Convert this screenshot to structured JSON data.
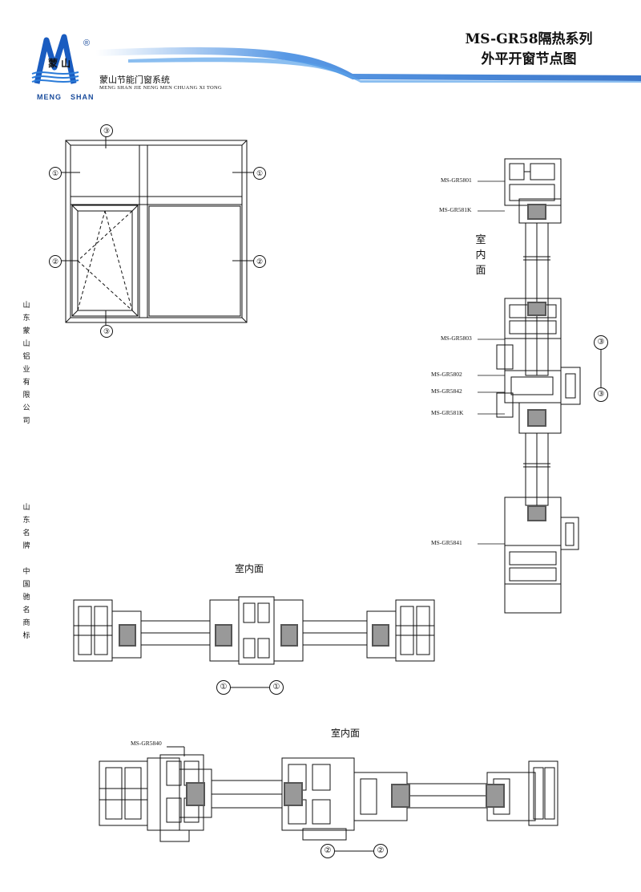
{
  "header": {
    "brand_logo_cn": "蒙 山",
    "brand_en_left": "MENG",
    "brand_en_right": "SHAN",
    "registered": "®",
    "company_cn": "蒙山节能门窗系统",
    "company_en": "MENG SHAN JIE NENG MEN CHUANG XI TONG",
    "title_line1": "MS-GR58隔热系列",
    "title_line2": "外平开窗节点图",
    "accent_color": "#1a6fd0"
  },
  "side_text": {
    "company": "山东蒙山铝业有限公司",
    "honor1": "山东名牌",
    "honor2": "中国驰名商标"
  },
  "elevation": {
    "markers": [
      "③",
      "①",
      "①",
      "②",
      "②",
      "③"
    ]
  },
  "vertical_section": {
    "indoor_label": "室内面",
    "profiles": [
      "MS-GR5801",
      "MS-GR581K",
      "MS-GR5803",
      "MS-GR5802",
      "MS-GR5842",
      "MS-GR581K",
      "MS-GR5841"
    ],
    "markers": [
      "③",
      "③"
    ]
  },
  "section_1": {
    "indoor_label": "室内面",
    "markers": [
      "①",
      "①"
    ]
  },
  "section_2": {
    "indoor_label": "室内面",
    "profile": "MS-GR5840",
    "markers": [
      "②",
      "②"
    ]
  }
}
